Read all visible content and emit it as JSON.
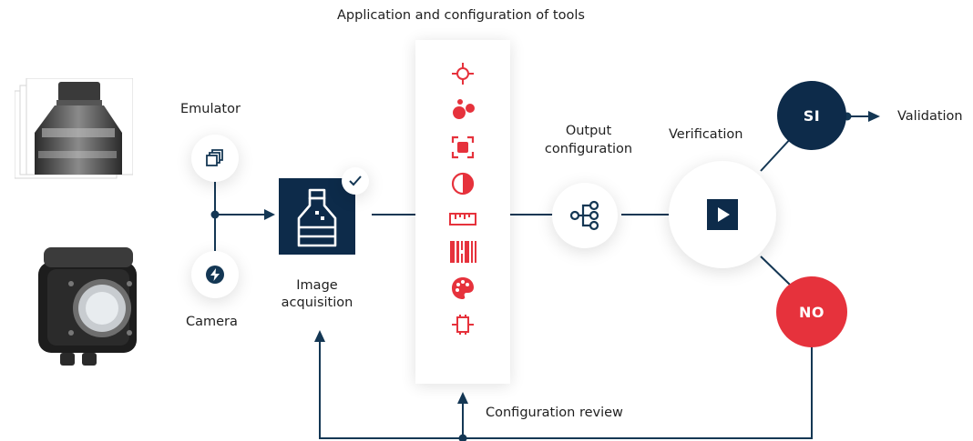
{
  "title": "Application and configuration of tools",
  "nodes": {
    "emulator": "Emulator",
    "camera": "Camera",
    "image_acquisition": "Image\nacquisition",
    "output_configuration": "Output\nconfiguration",
    "verification": "Verification",
    "validation": "Validation",
    "configuration_review": "Configuration review"
  },
  "badges": {
    "yes": "SI",
    "no": "NO"
  },
  "tools": [
    "crosshair-icon",
    "blobs-icon",
    "focus-square-icon",
    "contrast-icon",
    "ruler-icon",
    "barcode-icon",
    "palette-icon",
    "component-icon"
  ],
  "colors": {
    "navy": "#0d2b4a",
    "red": "#e6323c",
    "line": "#143754"
  }
}
